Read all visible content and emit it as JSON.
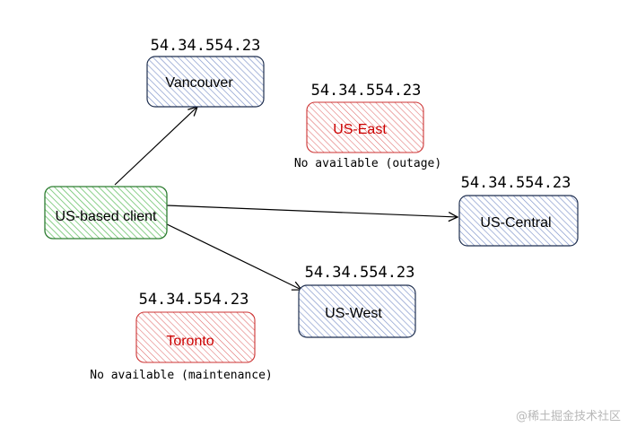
{
  "diagram": {
    "client": {
      "label": "US-based client",
      "fill": "#6cc36c",
      "stroke": "#2e7d32"
    },
    "nodes": {
      "vancouver": {
        "label": "Vancouver",
        "ip": "54.34.554.23",
        "status": "available"
      },
      "us_east": {
        "label": "US-East",
        "ip": "54.34.554.23",
        "note": "No available (outage)",
        "status": "unavailable"
      },
      "us_central": {
        "label": "US-Central",
        "ip": "54.34.554.23",
        "status": "available"
      },
      "us_west": {
        "label": "US-West",
        "ip": "54.34.554.23",
        "status": "available"
      },
      "toronto": {
        "label": "Toronto",
        "ip": "54.34.554.23",
        "note": "No available (maintenance)",
        "status": "unavailable"
      }
    },
    "colors": {
      "available_fill": "#7e93c9",
      "available_stroke": "#1f2f4f",
      "unavailable_fill": "#e06a6a",
      "unavailable_stroke": "#cc3333",
      "unavailable_text": "#cc0000"
    },
    "watermark": "@稀土掘金技术社区"
  }
}
